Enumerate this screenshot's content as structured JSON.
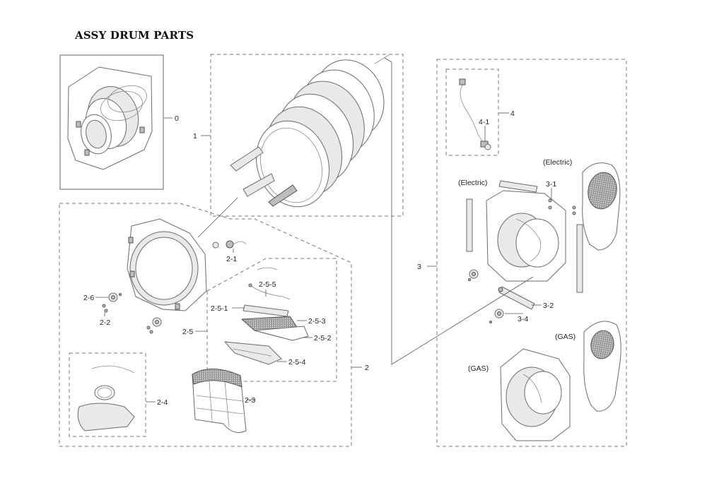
{
  "title": "ASSY DRUM PARTS",
  "labels": {
    "p0": "0",
    "p1": "1",
    "p2": "2",
    "p2_1": "2-1",
    "p2_2": "2-2",
    "p2_3": "2-3",
    "p2_4": "2-4",
    "p2_5": "2-5",
    "p2_5_1": "2-5-1",
    "p2_5_2": "2-5-2",
    "p2_5_3": "2-5-3",
    "p2_5_4": "2-5-4",
    "p2_5_5": "2-5-5",
    "p2_6": "2-6",
    "p3": "3",
    "p3_1": "3-1",
    "p3_2": "3-2",
    "p3_4": "3-4",
    "p4": "4",
    "p4_1": "4-1",
    "electric_left": "(Electric)",
    "electric_right": "(Electric)",
    "gas_left": "(GAS)",
    "gas_right": "(GAS)"
  }
}
